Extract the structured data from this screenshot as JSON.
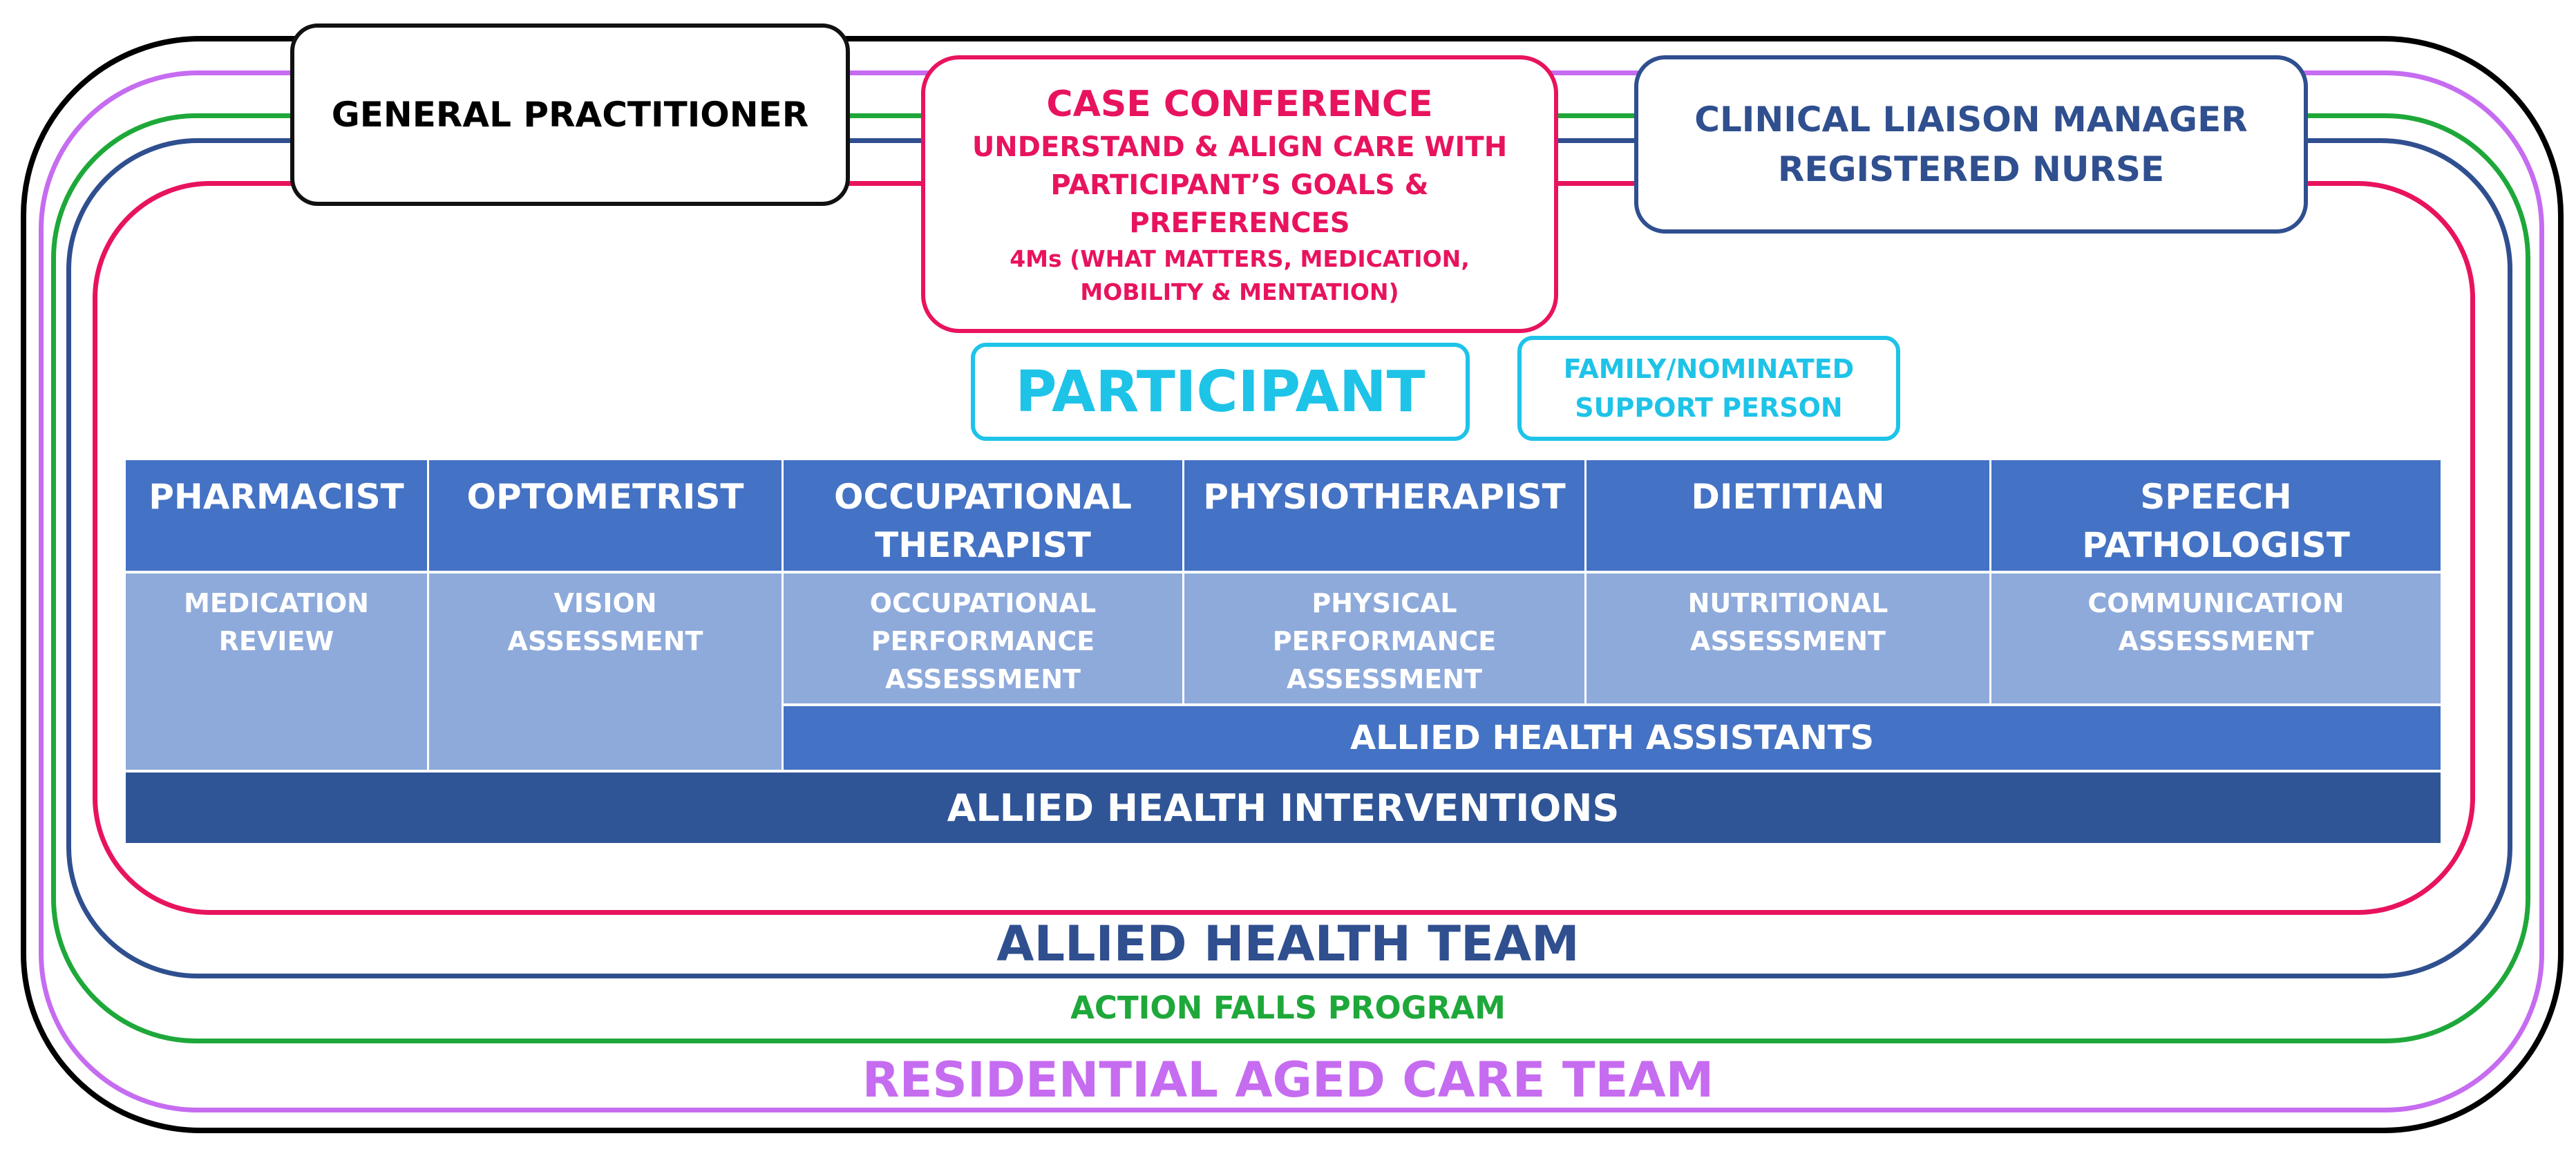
{
  "top_boxes": {
    "general_practitioner": "GENERAL PRACTITIONER",
    "case_conference": {
      "title": "CASE CONFERENCE",
      "line1": "UNDERSTAND & ALIGN CARE WITH",
      "line2": "PARTICIPANT’S GOALS &",
      "line3": "PREFERENCES",
      "line4": "4Ms (WHAT MATTERS, MEDICATION,",
      "line5": "MOBILITY & MENTATION)"
    },
    "clinical_liaison": {
      "line1": "CLINICAL LIAISON MANAGER",
      "line2": "REGISTERED NURSE"
    }
  },
  "participant": "PARTICIPANT",
  "family": {
    "line1": "FAMILY/NOMINATED",
    "line2": "SUPPORT PERSON"
  },
  "roles": [
    {
      "title1": "PHARMACIST",
      "title2": "",
      "sub1": "MEDICATION",
      "sub2": "REVIEW",
      "sub3": ""
    },
    {
      "title1": "OPTOMETRIST",
      "title2": "",
      "sub1": "VISION",
      "sub2": "ASSESSMENT",
      "sub3": ""
    },
    {
      "title1": "OCCUPATIONAL",
      "title2": "THERAPIST",
      "sub1": "OCCUPATIONAL",
      "sub2": "PERFORMANCE",
      "sub3": "ASSESSMENT"
    },
    {
      "title1": "PHYSIOTHERAPIST",
      "title2": "",
      "sub1": "PHYSICAL",
      "sub2": "PERFORMANCE",
      "sub3": "ASSESSMENT"
    },
    {
      "title1": "DIETITIAN",
      "title2": "",
      "sub1": "NUTRITIONAL",
      "sub2": "ASSESSMENT",
      "sub3": ""
    },
    {
      "title1": "SPEECH",
      "title2": "PATHOLOGIST",
      "sub1": "COMMUNICATION",
      "sub2": "ASSESSMENT",
      "sub3": ""
    }
  ],
  "allied_health_assistants": "ALLIED HEALTH ASSISTANTS",
  "allied_health_interventions": "ALLIED HEALTH INTERVENTIONS",
  "teams": {
    "allied_health_team": "ALLIED HEALTH TEAM",
    "action_falls_program": "ACTION FALLS PROGRAM",
    "residential_aged_care_team": "RESIDENTIAL AGED CARE TEAM"
  },
  "colors": {
    "outer_ring": "#000000",
    "residential_aged_care": "#c66cf0",
    "action_falls": "#1ea83a",
    "allied_health_team": "#2f4f8f",
    "case_conference": "#e8135e",
    "participant": "#1ec3e8",
    "role_header": "#4472c4",
    "assessment": "#8eaadb",
    "interventions": "#2f5597"
  }
}
